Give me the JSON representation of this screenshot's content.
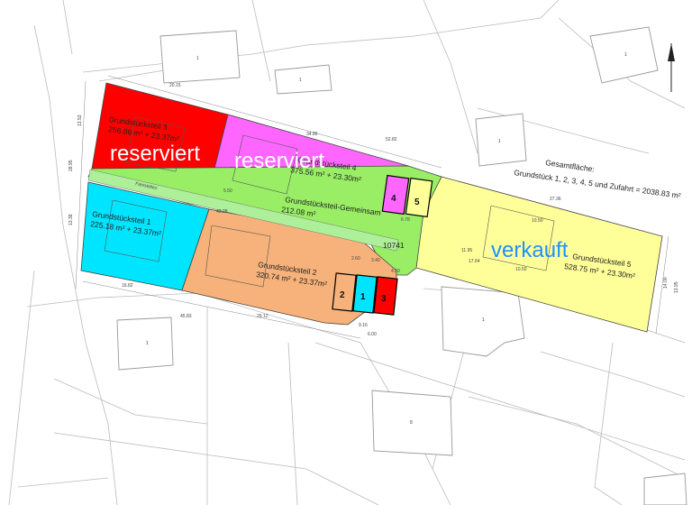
{
  "north_arrow": {
    "icon": "north-arrow-icon"
  },
  "parcels": {
    "p1": {
      "title": "Grundstücksteil 1",
      "area": "225.18 m² + 23.37m²",
      "color": "#00e5ff"
    },
    "p2": {
      "title": "Grundstücksteil 2",
      "area": "320.74 m² + 23.37m²",
      "color": "#f6b27a"
    },
    "p3": {
      "title": "Grundstücksteil 3",
      "area": "256.86 m² + 23.37m²",
      "color": "#ff0000"
    },
    "p4": {
      "title": "Grundstücksteil 4",
      "area": "375.56 m² + 23.30m²",
      "color": "#ff66ff"
    },
    "p5": {
      "title": "Grundstücksteil 5",
      "area": "528.75 m² + 23.30m²",
      "color": "#ffff99"
    },
    "common": {
      "title": "Grundstücksteil-Gemeinsam",
      "area": "212.08 m²",
      "color": "#99ee66"
    },
    "driveway": {
      "label": "Fahrstellen"
    }
  },
  "status": {
    "reserved_1": {
      "text": "reserviert",
      "color": "#ffffff"
    },
    "reserved_2": {
      "text": "reserviert",
      "color": "#ffffff"
    },
    "sold": {
      "text": "verkauft",
      "color": "#1e90ff"
    }
  },
  "total": {
    "line1": "Gesamtfläche:",
    "line2": "Grundstück 1, 2, 3, 4, 5 und  Zufahrt = 2038.83 m²"
  },
  "plot_number": "10741",
  "garages": [
    "1",
    "2",
    "3",
    "4",
    "5"
  ],
  "house_labels": [
    "1",
    "1",
    "1",
    "1",
    "1",
    "8",
    "1"
  ],
  "dimensions": [
    "20.15",
    "34.86",
    "52.82",
    "27.36",
    "16.82",
    "29.12",
    "45.83",
    "9.16",
    "6.00",
    "13.53",
    "28.95",
    "13.38",
    "14.00",
    "13.95",
    "42.28",
    "10.50",
    "11.95",
    "17.64",
    "10.50",
    "2.60",
    "3.40",
    "6.78",
    "4.50",
    "5.50"
  ]
}
